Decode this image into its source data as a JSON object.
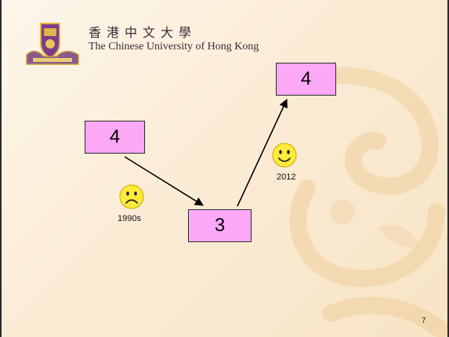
{
  "header": {
    "chinese_name": "香港中文大學",
    "english_name": "The Chinese University of Hong Kong"
  },
  "boxes": {
    "left": "4",
    "middle": "3",
    "right": "4"
  },
  "faces": {
    "sad": {
      "icon": "sad-face-icon",
      "caption": "1990s"
    },
    "happy": {
      "icon": "smiley-face-icon",
      "caption": "2012"
    }
  },
  "page_number": "7",
  "colors": {
    "box_fill": "#fba8f7",
    "face_fill": "#ffeb3b",
    "background": "#fbecd6"
  }
}
